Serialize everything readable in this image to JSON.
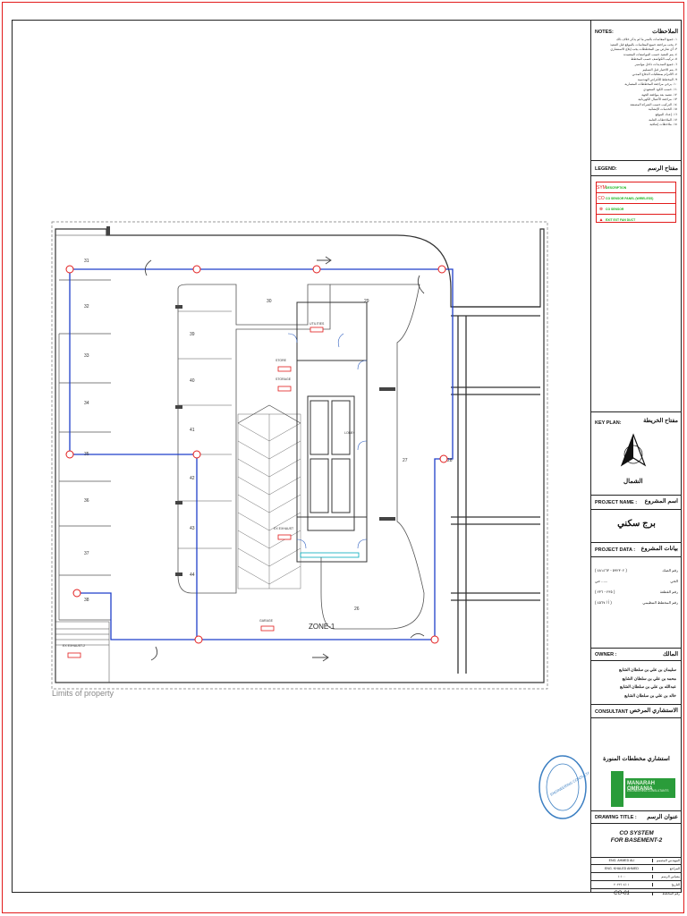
{
  "notes": {
    "title": "NOTES:",
    "title_ar": "الملاحظات",
    "lines": [
      "١- جميع المقاسات بالمتر ما لم يذكر خلاف ذلك",
      "٢- يجب مراجعة جميع المقاسات بالموقع قبل التنفيذ",
      "٣- أي تعارض بين المخططات يجب إبلاغ الاستشاري",
      "٤- يتم التنفيذ حسب المواصفات المعتمدة",
      "٥- تركيب الكواشف حسب المخطط",
      "٦- جميع التمديدات داخل مواسير",
      "٧- يتم الاختبار قبل التسليم",
      "٨- الالتزام بمتطلبات الدفاع المدني",
      "٩- المخطط للأغراض الهندسية",
      "١٠- يرجى مراجعة المخططات المعمارية",
      "١١- حسب الكود السعودي",
      "١٢- تعتمد بعد موافقة الجهة",
      "١٣- مراجعة الأعمال الكهربائية",
      "١٤- التركيب حسب الشركة المصنعة",
      "١٥- الخدمات الإنشائية",
      "١٦- إعداد الموقع",
      "١٧- الملاحظات العامة",
      "١٨- ملاحظات إضافية"
    ]
  },
  "legend": {
    "title": "LEGEND:",
    "title_ar": "مفتاح الرسم",
    "items": [
      {
        "symbol": "SYM",
        "text": "DESCRIPTION"
      },
      {
        "symbol": "CO",
        "text": "CO SENSOR PANEL (WIRELESS)"
      },
      {
        "symbol": "⊗",
        "text": "CO SENSOR"
      },
      {
        "symbol": "▲",
        "text": "EXIT EXT FAN DUCT"
      }
    ]
  },
  "key_plan": {
    "title": "KEY PLAN:",
    "title_ar": "مفتاح الخريطة",
    "north_ar": "الشمال"
  },
  "project_name": {
    "title": "PROJECT NAME :",
    "title_ar": "اسم المشروع",
    "value": "برج سكني"
  },
  "project_data": {
    "title": "PROJECT DATA :",
    "title_ar": "بيانات المشروع",
    "rows": [
      {
        "value": "( ٥٩٢٣٠٢ - ٤٨١٤٦٣ )",
        "label": "رقم الصك"
      },
      {
        "value": "حي ......",
        "label": "الحي"
      },
      {
        "value": "( ٢٣٥ - ٢٣٦ )",
        "label": "رقم القطعة"
      },
      {
        "value": "( أ / ٤٥٦٧ )",
        "label": "رقم المخطط التنظيمي"
      }
    ]
  },
  "owner": {
    "title": "OWNER :",
    "title_ar": "المالك",
    "lines": [
      "سليمان بن علي بن سلطان الشايع",
      "محمد بن علي بن سلطان الشايع",
      "عبدالله بن علي بن سلطان الشايع",
      "خالد بن علي بن سلطان الشايع"
    ]
  },
  "consultant": {
    "title": "CONSULTANT :",
    "title_ar": "الاستشاري المرخص",
    "value_ar": "استشاري مخططات المنورة"
  },
  "logo": {
    "name": "MANARAH OMRANIA",
    "sub": "ENGINEERING CONSULTANTS"
  },
  "drawing_title": {
    "title": "DRAWING TITLE :",
    "title_ar": "عنوان الرسم",
    "line1": "CO SYSTEM",
    "line2": "FOR BASEMENT-2"
  },
  "title_block": {
    "rows": [
      {
        "value": "ENG. AHMED ALI",
        "label": "المهندس المصمم"
      },
      {
        "value": "ENG. KHALED AHMED",
        "label": "المراجع"
      },
      {
        "value": "١:١٠٠",
        "label": "مقياس الرسم"
      },
      {
        "value": "٢٠٢٢/٠٤/٠١",
        "label": "التاريخ"
      }
    ],
    "drawing_no": "CO-01",
    "drawing_no_label": "رقم المخطط"
  },
  "plan": {
    "zone_label": "ZONE-1",
    "limits_label": "Limits of property",
    "parking_numbers": [
      "31",
      "32",
      "33",
      "34",
      "35",
      "36",
      "37",
      "38",
      "39",
      "40",
      "41",
      "42",
      "43",
      "44",
      "30",
      "29",
      "28",
      "27",
      "26"
    ],
    "room_labels": [
      "UTILITIES",
      "STORE",
      "STORAGE",
      "LOBBY",
      "EX EXHAUST",
      "GARAGE",
      "EX EXHAUST-2"
    ]
  },
  "stamp_text": "ENGINEERING CONSULTANT"
}
